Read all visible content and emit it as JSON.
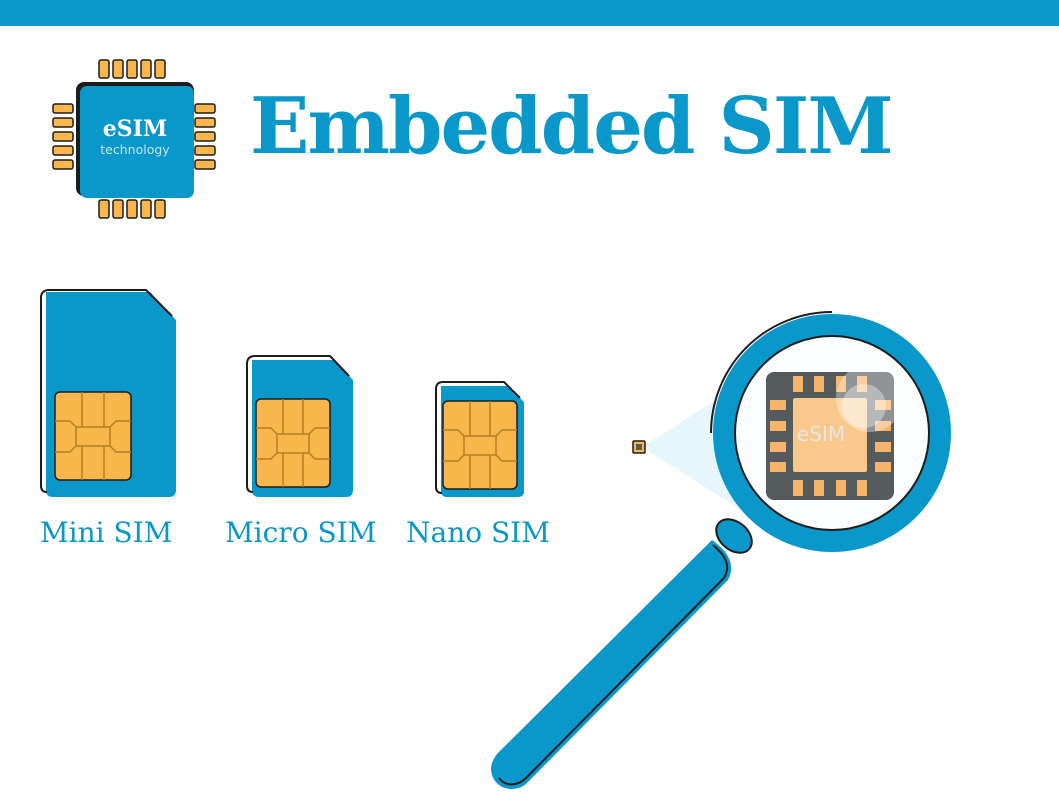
{
  "header": {
    "title": "Embedded SIM"
  },
  "logo": {
    "main_text": "eSIM",
    "sub_text": "technology",
    "icon": "chip-icon"
  },
  "sim_cards": [
    {
      "label": "Mini SIM",
      "icon": "sim-card-icon"
    },
    {
      "label": "Micro SIM",
      "icon": "sim-card-icon"
    },
    {
      "label": "Nano SIM",
      "icon": "sim-card-icon"
    }
  ],
  "magnifier": {
    "lens_text": "eSIM",
    "icon": "magnifying-glass-icon"
  },
  "colors": {
    "brand_blue": "#0a97c9",
    "chip_gold": "#f9b64d",
    "chip_dark": "#555a5d",
    "outline": "#1c1c1c"
  }
}
